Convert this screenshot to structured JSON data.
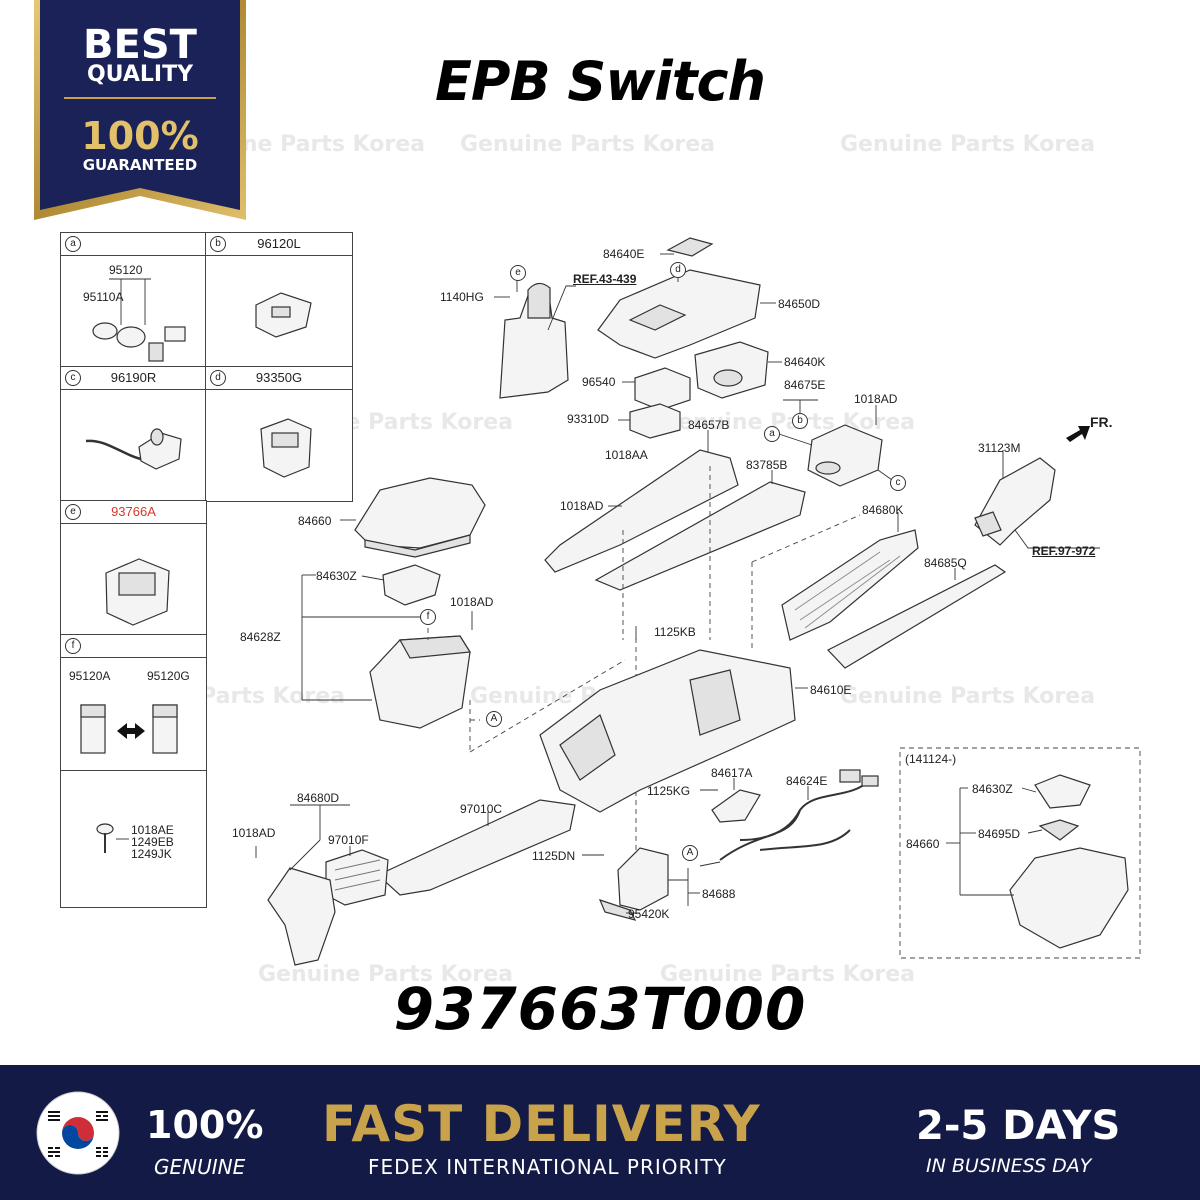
{
  "badge": {
    "line1": "BEST",
    "line2": "QUALITY",
    "line3": "100%",
    "line4": "GUARANTEED"
  },
  "title": "EPB Switch",
  "part_number": "937663T000",
  "watermark": "Genuine Parts Korea",
  "legend_cells": {
    "a": {
      "letter": "a",
      "code": "",
      "parts": [
        "95120",
        "95110A"
      ]
    },
    "b": {
      "letter": "b",
      "code": "96120L"
    },
    "c": {
      "letter": "c",
      "code": "96190R"
    },
    "d": {
      "letter": "d",
      "code": "93350G"
    },
    "e": {
      "letter": "e",
      "code": "93766A"
    },
    "f": {
      "letter": "f",
      "code": "",
      "parts": [
        "95120A",
        "95120G"
      ]
    },
    "g": {
      "parts": [
        "1018AE",
        "1249EB",
        "1249JK"
      ]
    }
  },
  "labels": {
    "p84640E": "84640E",
    "p1140HG": "1140HG",
    "ref43": "REF.43-439",
    "p84650D": "84650D",
    "p84640K": "84640K",
    "p96540": "96540",
    "p84675E": "84675E",
    "p1018AD_a": "1018AD",
    "p93310D": "93310D",
    "p84657B": "84657B",
    "p1018AA": "1018AA",
    "p83785B": "83785B",
    "p1018AD_b": "1018AD",
    "p84680K": "84680K",
    "p31123M": "31123M",
    "fr": "FR.",
    "ref97": "REF.97-972",
    "p84685Q": "84685Q",
    "p84660": "84660",
    "p84630Z": "84630Z",
    "p84628Z": "84628Z",
    "p1018AD_c": "1018AD",
    "p1125KB": "1125KB",
    "p84610E": "84610E",
    "p84680D": "84680D",
    "p1018AD_d": "1018AD",
    "p97010F": "97010F",
    "p97010C": "97010C",
    "p1125DN": "1125DN",
    "p1125KG": "1125KG",
    "p84617A": "84617A",
    "p84624E": "84624E",
    "p84688": "84688",
    "p95420K": "95420K",
    "inset_date": "(141124-)",
    "inset_84630Z": "84630Z",
    "inset_84695D": "84695D",
    "inset_84660": "84660"
  },
  "footer": {
    "genuine_big": "100%",
    "genuine_small": "GENUINE",
    "fast": "FAST DELIVERY",
    "fedex": "FEDEX INTERNATIONAL PRIORITY",
    "days": "2-5 DAYS",
    "days_small": "IN BUSINESS DAY"
  },
  "colors": {
    "navy": "#131a45",
    "gold": "#c9a24c",
    "red_code": "#d9362b"
  }
}
